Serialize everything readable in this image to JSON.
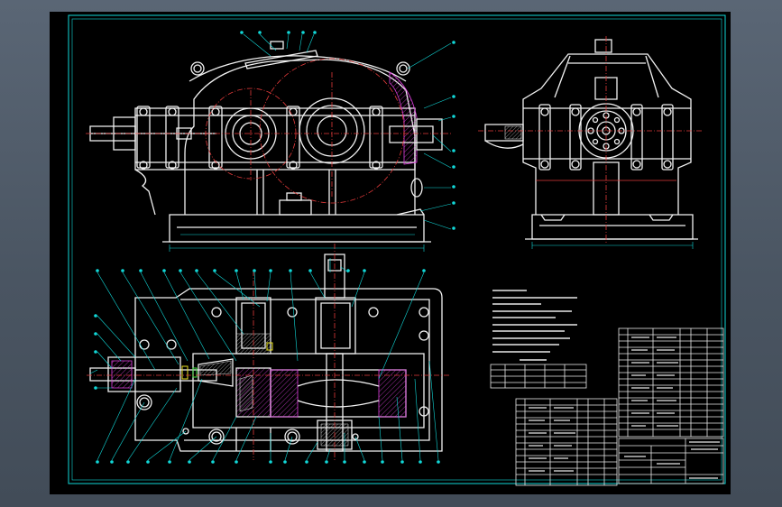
{
  "drawing": {
    "background_color": "#000000",
    "frame_color": "#11d8d8",
    "outline_color": "#f2f2f2",
    "centerline_color": "#e23a3a",
    "magenta_color": "#e040e0",
    "views": [
      "front-view",
      "side-view",
      "plan-section-view"
    ]
  }
}
